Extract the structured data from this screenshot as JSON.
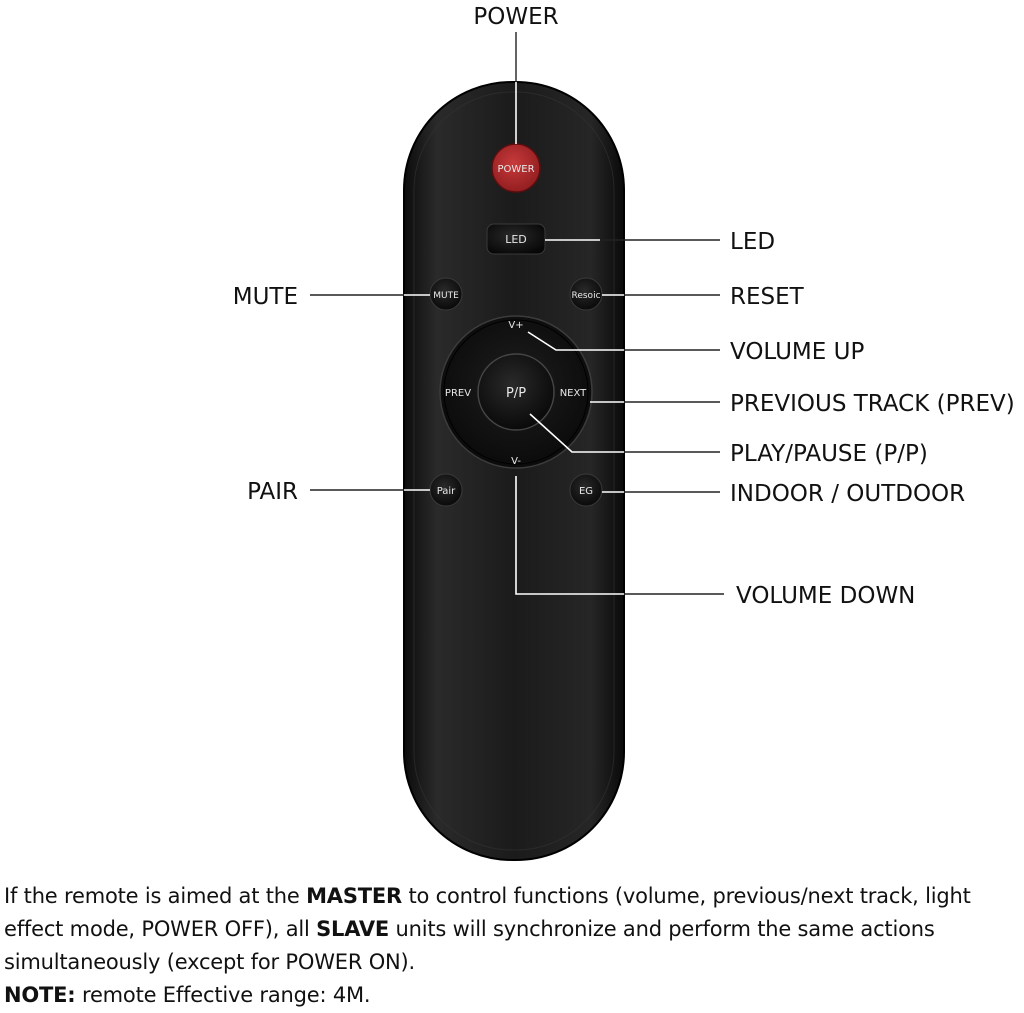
{
  "callouts": {
    "power": "POWER",
    "led": "LED",
    "mute": "MUTE",
    "reset": "RESET",
    "volume_up": "VOLUME UP",
    "prev_track": "PREVIOUS TRACK (PREV)",
    "play_pause": "PLAY/PAUSE (P/P)",
    "pair": "PAIR",
    "indoor_outdoor": "INDOOR / OUTDOOR",
    "volume_down": "VOLUME DOWN"
  },
  "buttons": {
    "power": "POWER",
    "led": "LED",
    "mute": "MUTE",
    "reset": "Resoic",
    "vplus": "V+",
    "prev": "PREV",
    "pp": "P/P",
    "next": "NEXT",
    "vminus": "V-",
    "pair": "Pair",
    "eg": "EG"
  },
  "note": {
    "l1_a": "If the remote is aimed at the ",
    "l1_b": "MASTER",
    "l1_c": " to control functions (volume, previous/next track, light",
    "l2_a": "effect mode, POWER OFF), all ",
    "l2_b": "SLAVE",
    "l2_c": " units will synchronize and perform the same actions",
    "l3": "simultaneously (except for POWER ON).",
    "l4_a": "NOTE:",
    "l4_b": " remote Effective range: 4M."
  },
  "colors": {
    "remote_body": "#1a1a1a",
    "power_button": "#b3282a",
    "button": "#111111"
  }
}
